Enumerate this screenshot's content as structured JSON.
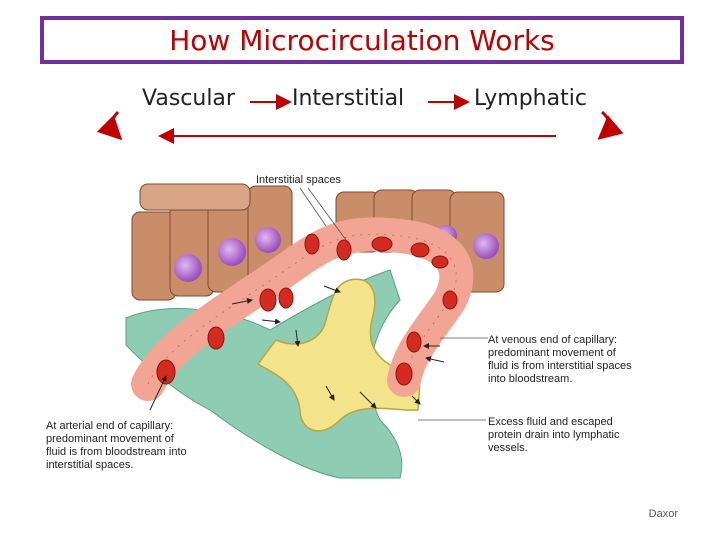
{
  "title": "How Microcirculation Works",
  "flow": {
    "steps": [
      "Vascular",
      "Interstitial",
      "Lymphatic"
    ]
  },
  "labels": {
    "interstitial_spaces": "Interstitial spaces",
    "arterial_end": "At arterial end of capillary:\npredominant movement of\nfluid is from bloodstream into\ninterstitial spaces.",
    "venous_end": "At venous end of capillary:\npredominant movement of\nfluid is from interstitial spaces\ninto bloodstream.",
    "excess_fluid": "Excess fluid and escaped\nprotein drain into lymphatic\nvessels."
  },
  "credit": "Daxor",
  "colors": {
    "title": "#c00000",
    "border": "#7030a0",
    "arrow": "#c00000",
    "cell": "#c98d6a",
    "nucleus": "#a05cc0",
    "capillary": "#f2a594",
    "rbc": "#d42a22",
    "lymph": "#f3e38a",
    "tissue": "#8ecdb4"
  }
}
